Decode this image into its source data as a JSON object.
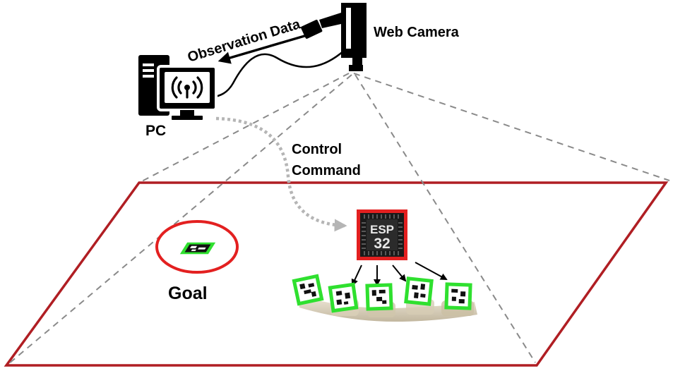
{
  "labels": {
    "observation_data": "Observation Data",
    "web_camera": "Web Camera",
    "pc": "PC",
    "control": "Control",
    "command": "Command",
    "goal": "Goal"
  },
  "chip": {
    "line1": "ESP",
    "line2": "32"
  },
  "icons": {
    "camera": "web-camera-icon",
    "pc": "desktop-pc-icon",
    "wireless": "wireless-signal-icon",
    "chip": "esp32-chip-icon",
    "marker": "aruco-marker-icon"
  },
  "colors": {
    "arena_border": "#b01e23",
    "goal_ring": "#e32020",
    "marker_frame": "#2fe02f",
    "chip_frame": "#e32020",
    "dashed": "#8a8a8a",
    "dotted": "#b5b5b5"
  }
}
